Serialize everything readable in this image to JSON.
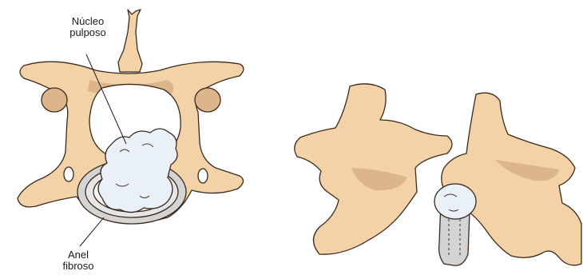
{
  "labels": {
    "nucleus": {
      "line1": "Núcleo",
      "line2": "pulposo"
    },
    "annulus": {
      "line1": "Anel",
      "line2": "fibroso"
    }
  },
  "colors": {
    "bone_fill": "#f2d2a6",
    "bone_shadow": "#dcb58a",
    "outline": "#3a2a1e",
    "nucleus_fill": "#e9f0f8",
    "annulus_fill": "#d4d4d4",
    "background": "#ffffff"
  }
}
